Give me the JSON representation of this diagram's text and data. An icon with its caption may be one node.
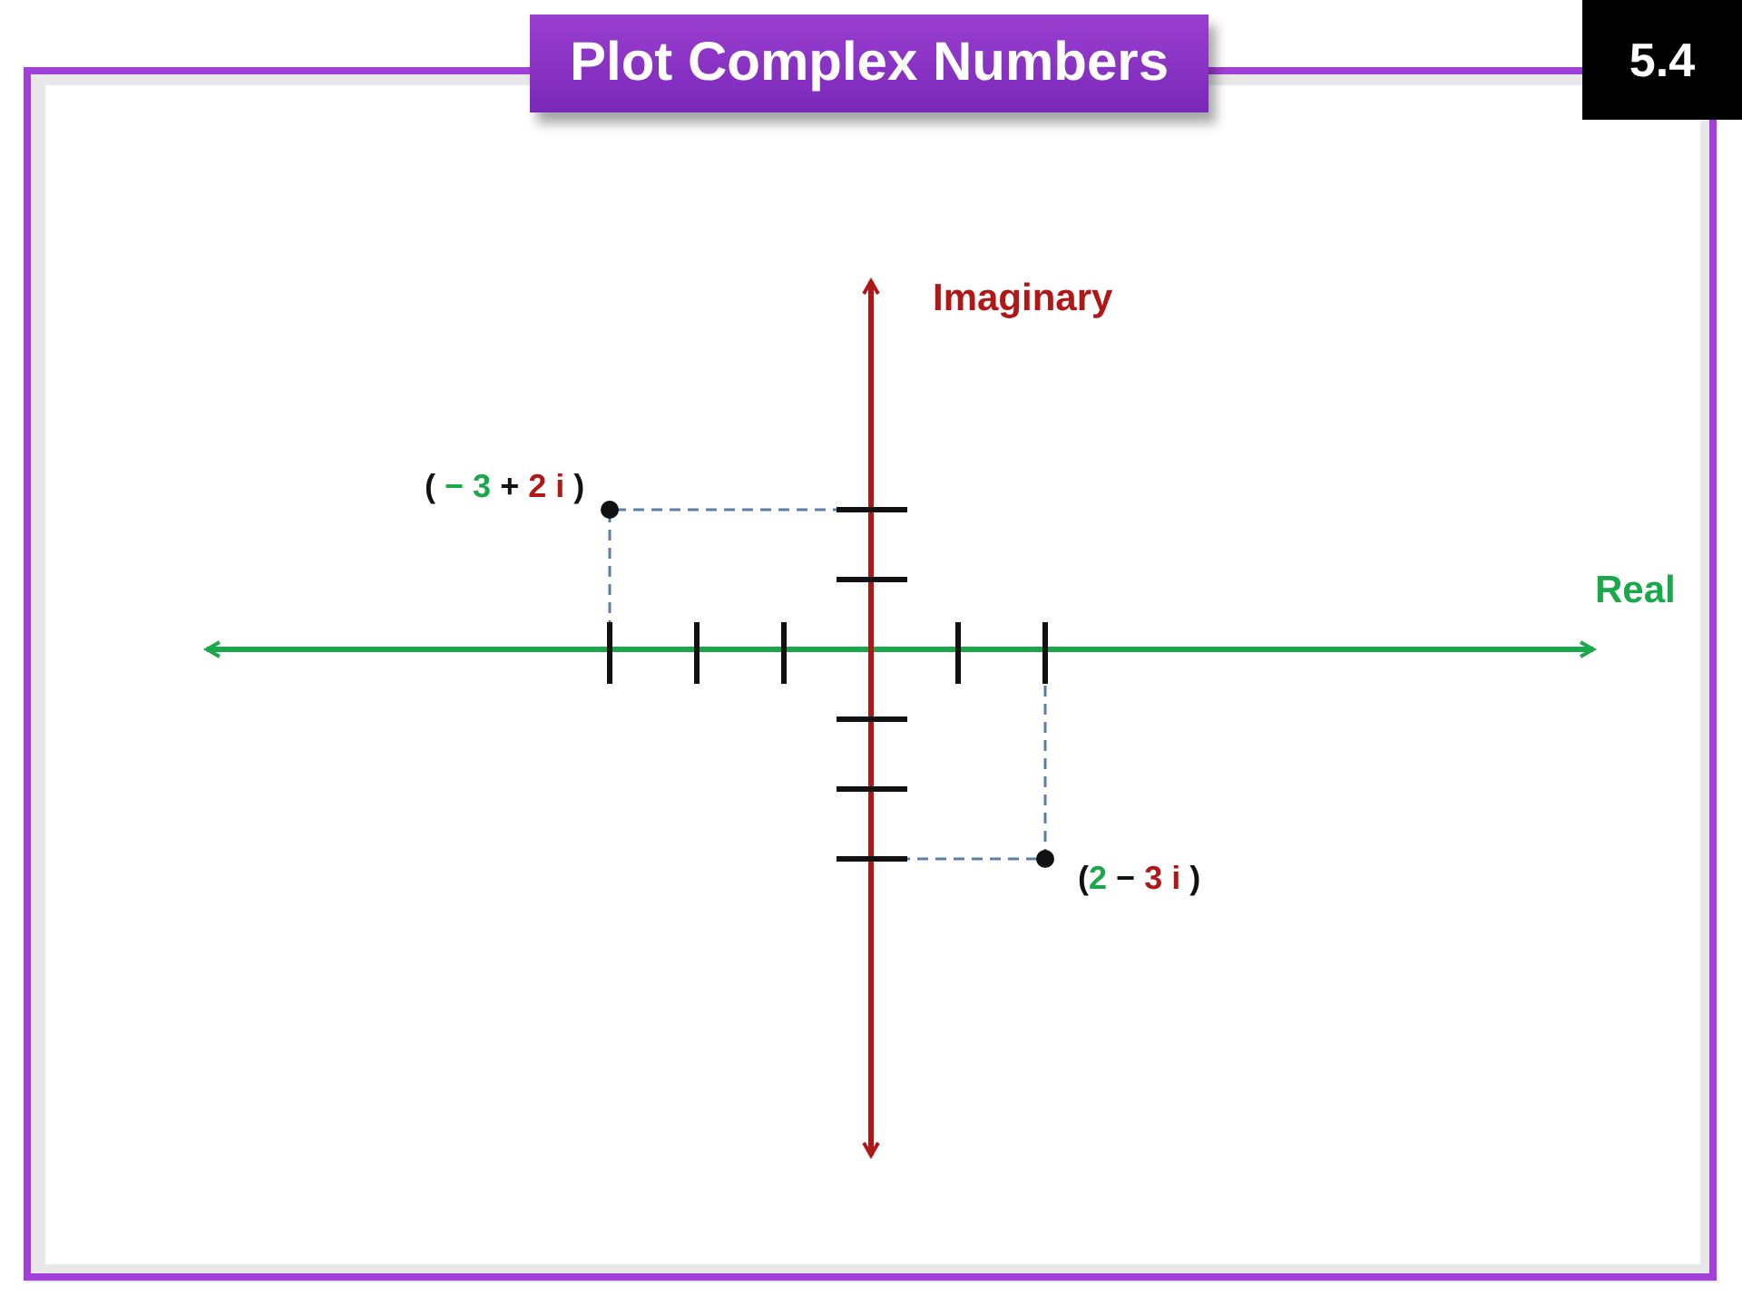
{
  "diagram": {
    "title": "Plot Complex Numbers",
    "labels": [
      "5.4",
      "Imaginary",
      "Real",
      "( − 3 + 2 i )",
      "(2 − 3 i )"
    ]
  }
}
